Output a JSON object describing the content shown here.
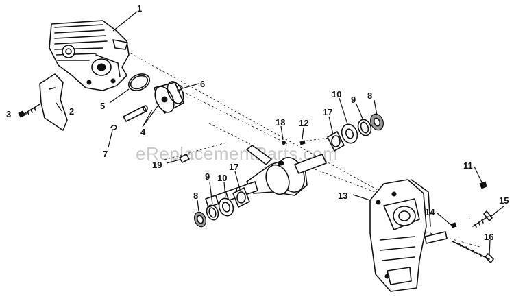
{
  "watermark": "eReplacementParts.com",
  "callouts": [
    {
      "id": "c1",
      "text": "1"
    },
    {
      "id": "c2",
      "text": "2"
    },
    {
      "id": "c3",
      "text": "3"
    },
    {
      "id": "c4",
      "text": "4"
    },
    {
      "id": "c5",
      "text": "5"
    },
    {
      "id": "c6",
      "text": "6"
    },
    {
      "id": "c7",
      "text": "7"
    },
    {
      "id": "c8a",
      "text": "8"
    },
    {
      "id": "c9a",
      "text": "9"
    },
    {
      "id": "c10a",
      "text": "10"
    },
    {
      "id": "c17a",
      "text": "17"
    },
    {
      "id": "c12",
      "text": "12"
    },
    {
      "id": "c18",
      "text": "18"
    },
    {
      "id": "c19",
      "text": "19"
    },
    {
      "id": "c9b",
      "text": "9"
    },
    {
      "id": "c17b",
      "text": "17"
    },
    {
      "id": "c10b",
      "text": "10"
    },
    {
      "id": "c8b",
      "text": "8"
    },
    {
      "id": "c11",
      "text": "11"
    },
    {
      "id": "c13",
      "text": "13"
    },
    {
      "id": "c14",
      "text": "14"
    },
    {
      "id": "c15",
      "text": "15"
    },
    {
      "id": "c16",
      "text": "16"
    }
  ]
}
